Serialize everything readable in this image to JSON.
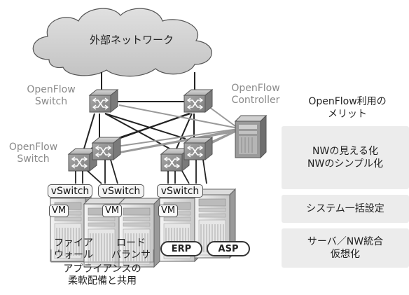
{
  "network": {
    "cloud_label": "外部ネットワーク",
    "of_switch_label_top": [
      "OpenFlow",
      "Switch"
    ],
    "of_switch_label_mid": [
      "OpenFlow",
      "Switch"
    ],
    "controller_label": [
      "OpenFlow",
      "Controller"
    ],
    "vswitch_label": "vSwitch",
    "vm_label": "VM",
    "firewall_label": [
      "ファイア",
      "ウォール"
    ],
    "loadbalancer_label": [
      "ロード",
      "バランサ"
    ],
    "erp_label": "ERP",
    "asp_label": "ASP",
    "appliance_caption": [
      "アプライアンスの",
      "柔軟配備と共用"
    ]
  },
  "benefits": {
    "title": [
      "OpenFlow利用の",
      "メリット"
    ],
    "items": [
      [
        "NWの見える化",
        "NWのシンプル化"
      ],
      [
        "システム一括設定"
      ],
      [
        "サーバ／NW統合",
        "仮想化"
      ]
    ]
  },
  "colors": {
    "switch_body": "#9b9b9b",
    "cloud_fill": "#d4d4d4",
    "link": "#222222",
    "controller_link": "#9a9a9a",
    "box_bg": "#ececec"
  }
}
